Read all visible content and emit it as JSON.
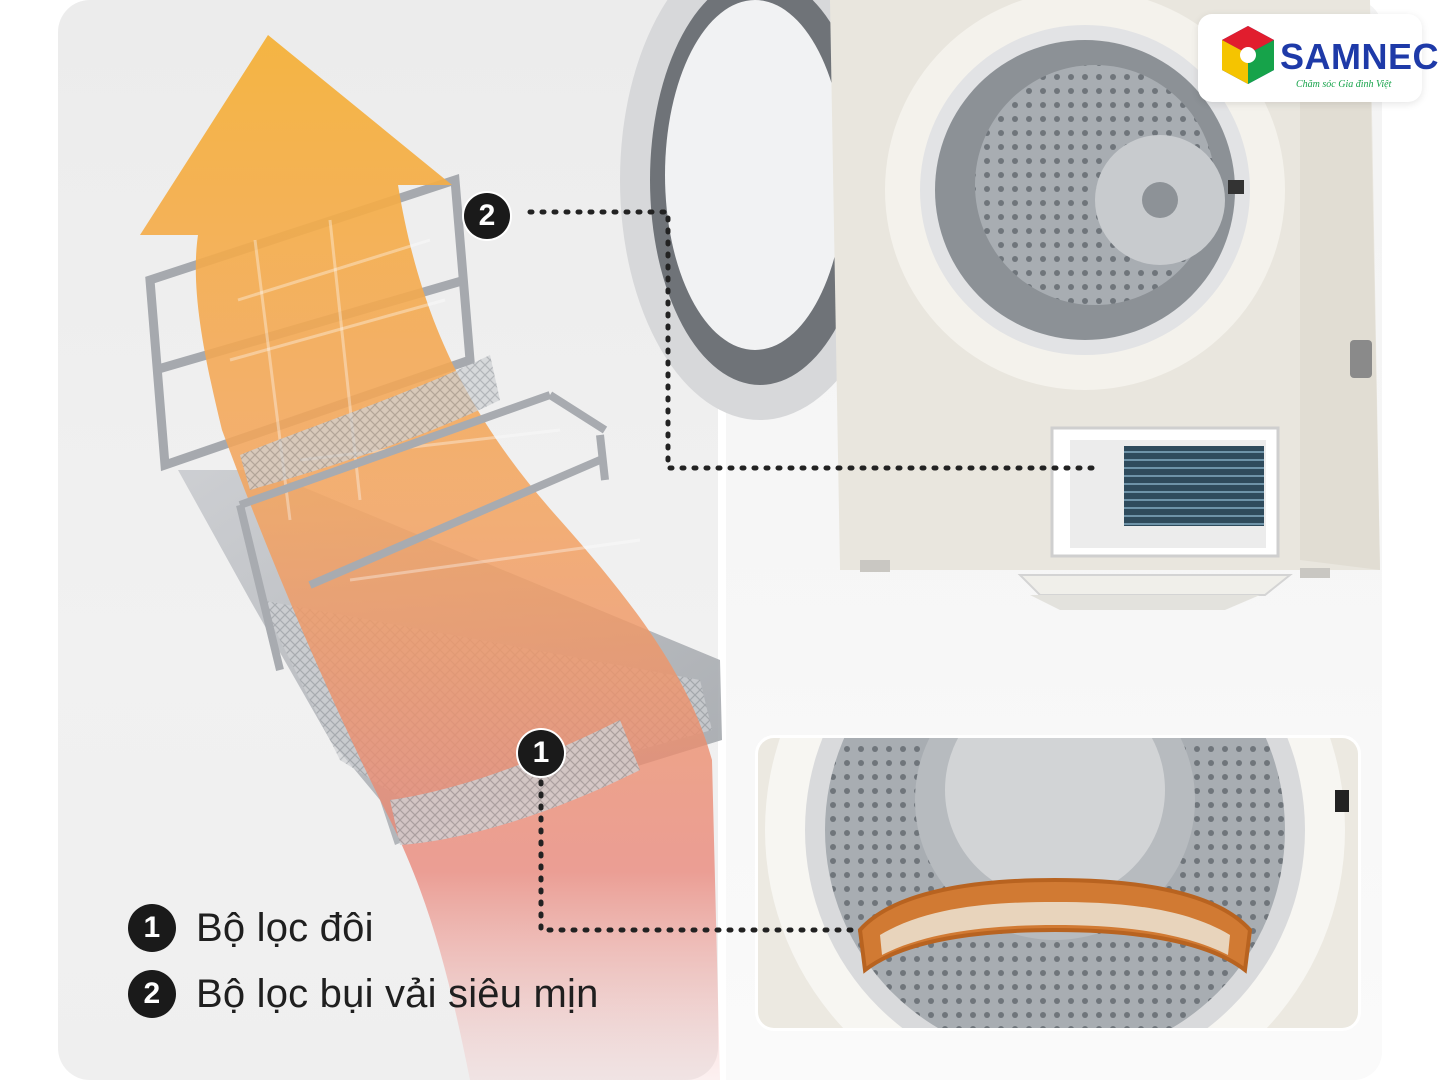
{
  "brand": {
    "name": "SAMNEC",
    "tagline": "Chăm sóc Gia đình Việt",
    "colors": [
      "#e11d2e",
      "#f5c400",
      "#1e3aa8",
      "#16a34a"
    ]
  },
  "callouts": [
    {
      "number": "2"
    },
    {
      "number": "1"
    }
  ],
  "legend": {
    "items": [
      {
        "number": "1",
        "label": "Bộ lọc đôi"
      },
      {
        "number": "2",
        "label": "Bộ lọc bụi vải siêu mịn"
      }
    ]
  },
  "colors": {
    "airflow_top": "#f4b13d",
    "airflow_bottom": "#e9828a",
    "filter_frame": "#a6a9ae",
    "dryer_body": "#eae7df",
    "drum_steel": "#9ea3a8",
    "filter_accent": "#d97a2b"
  }
}
